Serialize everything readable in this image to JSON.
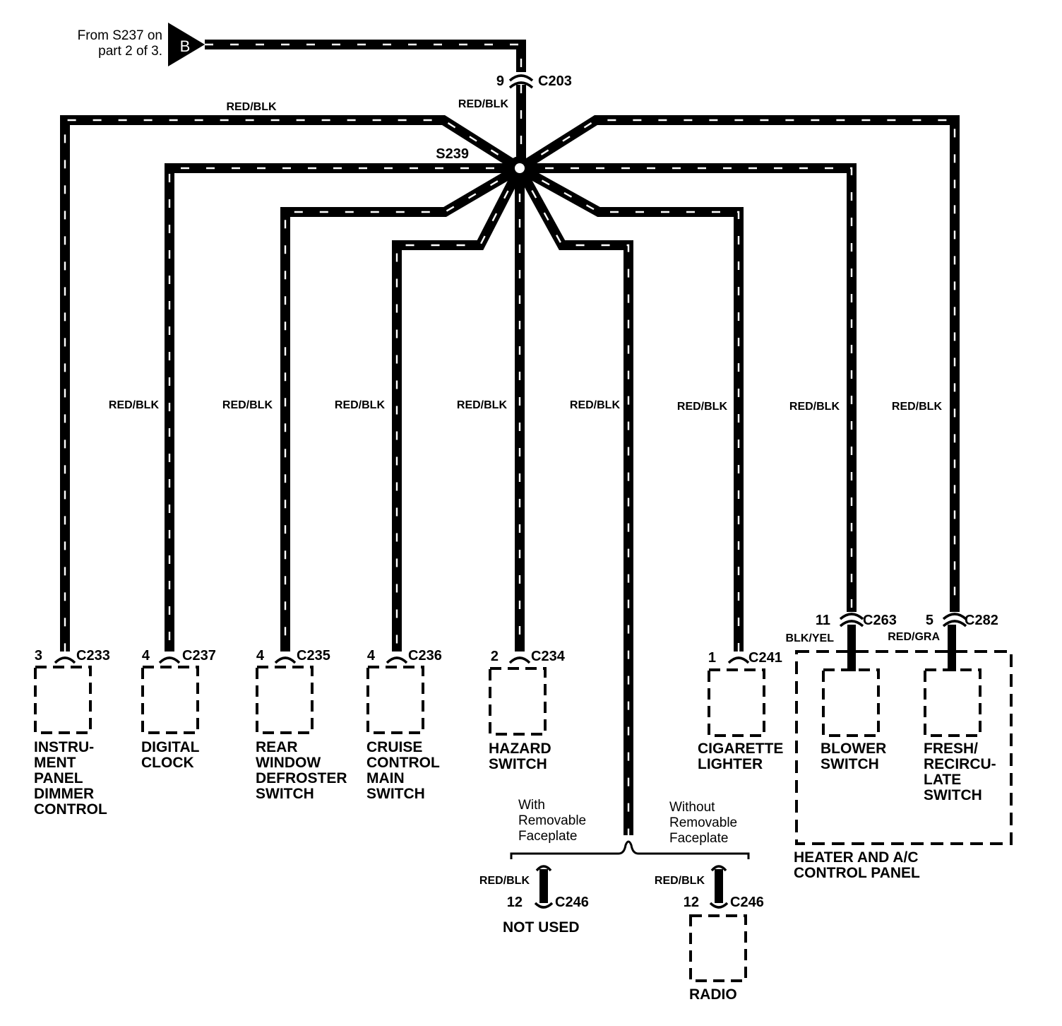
{
  "source": {
    "letter": "B",
    "lines": [
      "From S237 on",
      "part 2 of 3."
    ]
  },
  "trunk": {
    "pin": "9",
    "connector": "C203",
    "wire_color": "RED/BLK"
  },
  "splice": {
    "name": "S239"
  },
  "top_wire_color": "RED/BLK",
  "branches": [
    {
      "id": "instrument-panel-dimmer-control",
      "pin": "3",
      "connector": "C233",
      "wire_color": "RED/BLK",
      "label_lines": [
        "INSTRU-",
        "MENT",
        "PANEL",
        "DIMMER",
        "CONTROL"
      ]
    },
    {
      "id": "digital-clock",
      "pin": "4",
      "connector": "C237",
      "wire_color": "RED/BLK",
      "label_lines": [
        "DIGITAL",
        "CLOCK"
      ]
    },
    {
      "id": "rear-window-defroster-switch",
      "pin": "4",
      "connector": "C235",
      "wire_color": "RED/BLK",
      "label_lines": [
        "REAR",
        "WINDOW",
        "DEFROSTER",
        "SWITCH"
      ]
    },
    {
      "id": "cruise-control-main-switch",
      "pin": "4",
      "connector": "C236",
      "wire_color": "RED/BLK",
      "label_lines": [
        "CRUISE",
        "CONTROL",
        "MAIN",
        "SWITCH"
      ]
    },
    {
      "id": "hazard-switch",
      "pin": "2",
      "connector": "C234",
      "wire_color": "RED/BLK",
      "label_lines": [
        "HAZARD",
        "SWITCH"
      ]
    },
    {
      "id": "radio-feed",
      "wire_color": "RED/BLK"
    },
    {
      "id": "cigarette-lighter",
      "pin": "1",
      "connector": "C241",
      "wire_color": "RED/BLK",
      "label_lines": [
        "CIGARETTE",
        "LIGHTER"
      ]
    },
    {
      "id": "blower-switch",
      "pin": "11",
      "connector": "C263",
      "wire_color": "RED/BLK",
      "inner_wire_color": "BLK/YEL",
      "label_lines": [
        "BLOWER",
        "SWITCH"
      ]
    },
    {
      "id": "fresh-recirculate-switch",
      "pin": "5",
      "connector": "C282",
      "wire_color": "RED/BLK",
      "inner_wire_color": "RED/GRA",
      "label_lines": [
        "FRESH/",
        "RECIRCU-",
        "LATE",
        "SWITCH"
      ]
    }
  ],
  "hvac_panel": {
    "label_lines": [
      "HEATER AND A/C",
      "CONTROL PANEL"
    ]
  },
  "radio": {
    "with_faceplate": {
      "note_lines": [
        "With",
        "Removable",
        "Faceplate"
      ],
      "wire_color": "RED/BLK",
      "pin": "12",
      "connector": "C246",
      "status": "NOT USED"
    },
    "without_faceplate": {
      "note_lines": [
        "Without",
        "Removable",
        "Faceplate"
      ],
      "wire_color": "RED/BLK",
      "pin": "12",
      "connector": "C246",
      "label": "RADIO"
    }
  }
}
